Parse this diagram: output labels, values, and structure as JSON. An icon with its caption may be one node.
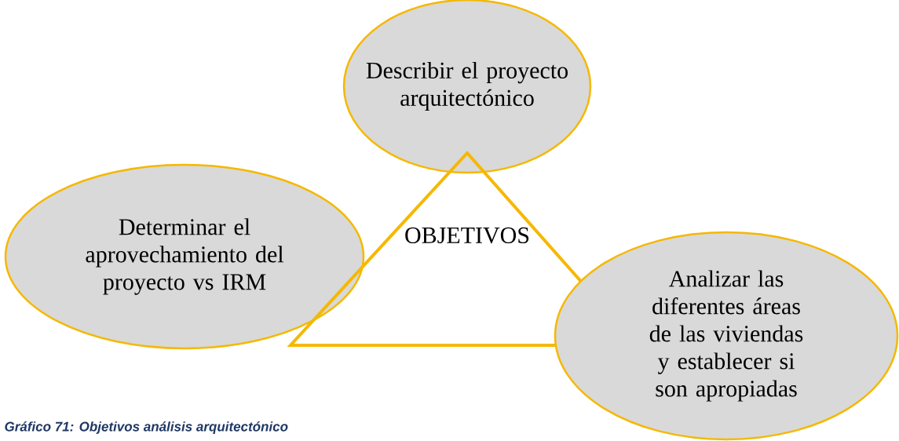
{
  "diagram": {
    "caption": "Gráfico 71: Objetivos análisis arquitectónico",
    "nodes": [
      {
        "text": [
          "Describir el proyecto arquitectónico"
        ]
      },
      {
        "text": [
          "Determinar el aprovechamiento del proyecto vs IRM"
        ]
      },
      {
        "text": [
          "OBJETIVOS"
        ]
      },
      {
        "text": [
          "Analizar las diferentes áreas de las viviendas y establecer si son apropiadas"
        ]
      }
    ],
    "edges": []
  }
}
